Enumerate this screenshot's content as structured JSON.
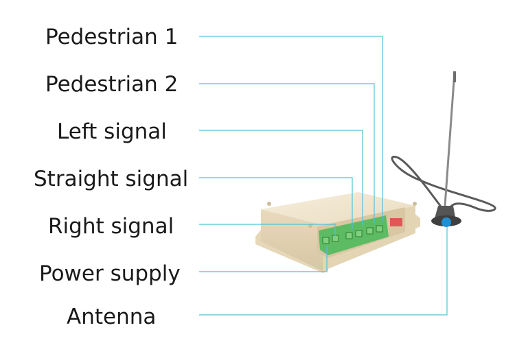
{
  "labels": {
    "pedestrian_1": "Pedestrian 1",
    "pedestrian_2": "Pedestrian 2",
    "left_signal": "Left signal",
    "straight_signal": "Straight signal",
    "right_signal": "Right signal",
    "power_supply": "Power supply",
    "antenna": "Antenna"
  },
  "colors": {
    "leader_line": "#4fc3d8",
    "enclosure": "#efe3cb",
    "terminal_block": "#5dbb63",
    "antenna_base": "#1e90d6"
  }
}
